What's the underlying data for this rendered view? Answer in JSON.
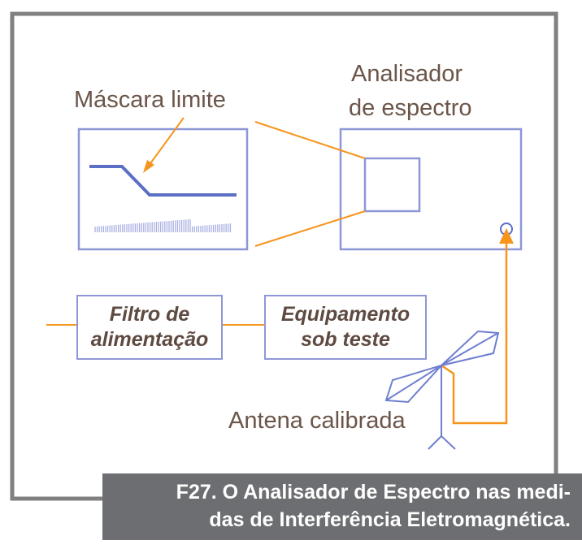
{
  "labels": {
    "mask": "Máscara limite",
    "analyzer_line1": "Analisador",
    "analyzer_line2": "de espectro",
    "antenna": "Antena calibrada"
  },
  "boxes": {
    "filter_line1": "Filtro de",
    "filter_line2": "alimentação",
    "eut_line1": "Equipamento",
    "eut_line2": "sob teste"
  },
  "caption": {
    "line1": "F27. O Analisador de Espectro nas medi-",
    "line2": "das de Interferência Eletromagnética."
  },
  "colors": {
    "frame": "#808080",
    "blue": "#8d97d6",
    "line": "#5b6fc4",
    "orange": "#f7941d",
    "caption_bg": "#6d6e71"
  }
}
